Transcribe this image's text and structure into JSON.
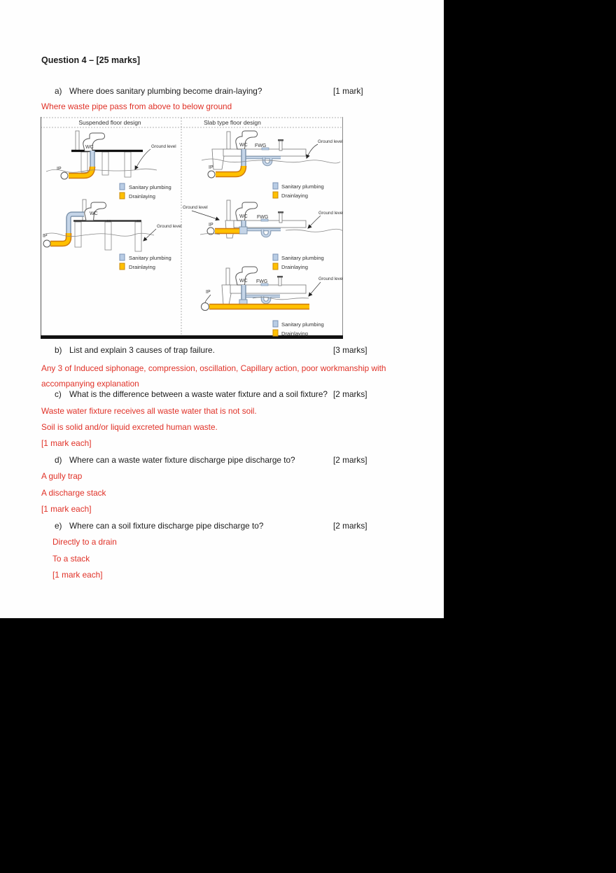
{
  "heading": "Question 4 – [25 marks]",
  "qa": {
    "a": {
      "label": "a)",
      "text": "Where does sanitary plumbing become drain-laying?",
      "marks": "[1 mark]",
      "answers": [
        "Where waste pipe pass from above to below ground"
      ]
    },
    "b": {
      "label": "b)",
      "text": "List and explain 3 causes of trap failure.",
      "marks": "[3 marks]",
      "answers": [
        "Any 3 of Induced siphonage,  compression, oscillation, Capillary action, poor workmanship with accompanying explanation"
      ]
    },
    "c": {
      "label": "c)",
      "text": "What is the difference between a waste water fixture and a soil fixture?",
      "marks": "[2 marks]",
      "answers": [
        "Waste water fixture receives all waste water that is not soil.",
        "Soil is solid and/or liquid excreted human waste.",
        "[1 mark each]"
      ]
    },
    "d": {
      "label": "d)",
      "text": "Where can a waste water fixture discharge pipe discharge to?",
      "marks": "[2 marks]",
      "answers": [
        "A gully trap",
        "A discharge stack",
        "[1 mark each]"
      ]
    },
    "e": {
      "label": "e)",
      "text": "Where can a soil fixture discharge pipe discharge to?",
      "marks": "[2 marks]",
      "answers": [
        "Directly to a drain",
        "To a stack",
        "[1 mark each]"
      ]
    }
  },
  "figure": {
    "left_title": "Suspended floor design",
    "right_title": "Slab type floor design",
    "labels": {
      "wc": "WC",
      "fwg": "FWG",
      "ip": "IP",
      "ground_level": "Ground level"
    },
    "legend": {
      "sanitary": "Sanitary plumbing",
      "drainlaying": "Drainlaying"
    },
    "colors": {
      "sanitary_fill": "#b9cde5",
      "drain_fill": "#ffc000",
      "drain_stroke": "#e36c0a",
      "answer_red": "#e03127"
    }
  }
}
